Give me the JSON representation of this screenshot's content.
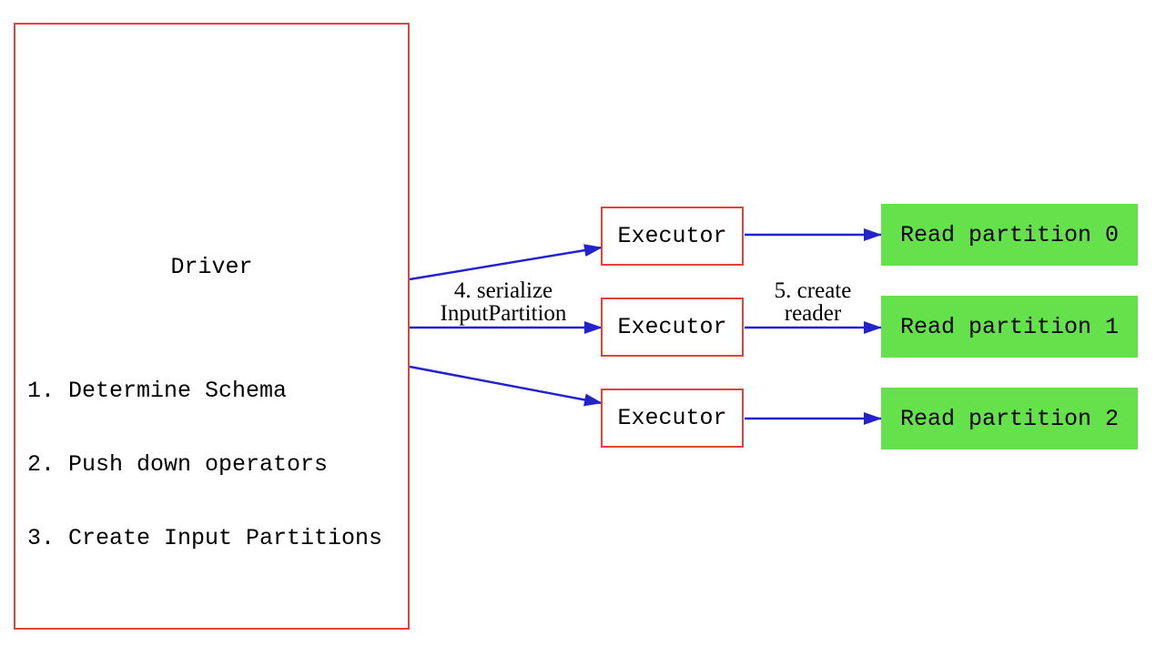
{
  "driver": {
    "title": "Driver",
    "steps": [
      "1. Determine Schema",
      "2. Push down operators",
      "3. Create Input Partitions"
    ]
  },
  "executors": [
    {
      "label": "Executor"
    },
    {
      "label": "Executor"
    },
    {
      "label": "Executor"
    }
  ],
  "partitions": [
    {
      "label": "Read partition 0"
    },
    {
      "label": "Read partition 1"
    },
    {
      "label": "Read partition 2"
    }
  ],
  "edge_labels": {
    "serialize": {
      "line1": "4. serialize",
      "line2": "InputPartition"
    },
    "create_reader": {
      "line1": "5. create",
      "line2": "reader"
    }
  },
  "colors": {
    "box_border": "#e04338",
    "partition_fill": "#64e14b",
    "arrow": "#2323cd",
    "text": "#000000",
    "background": "#ffffff"
  }
}
